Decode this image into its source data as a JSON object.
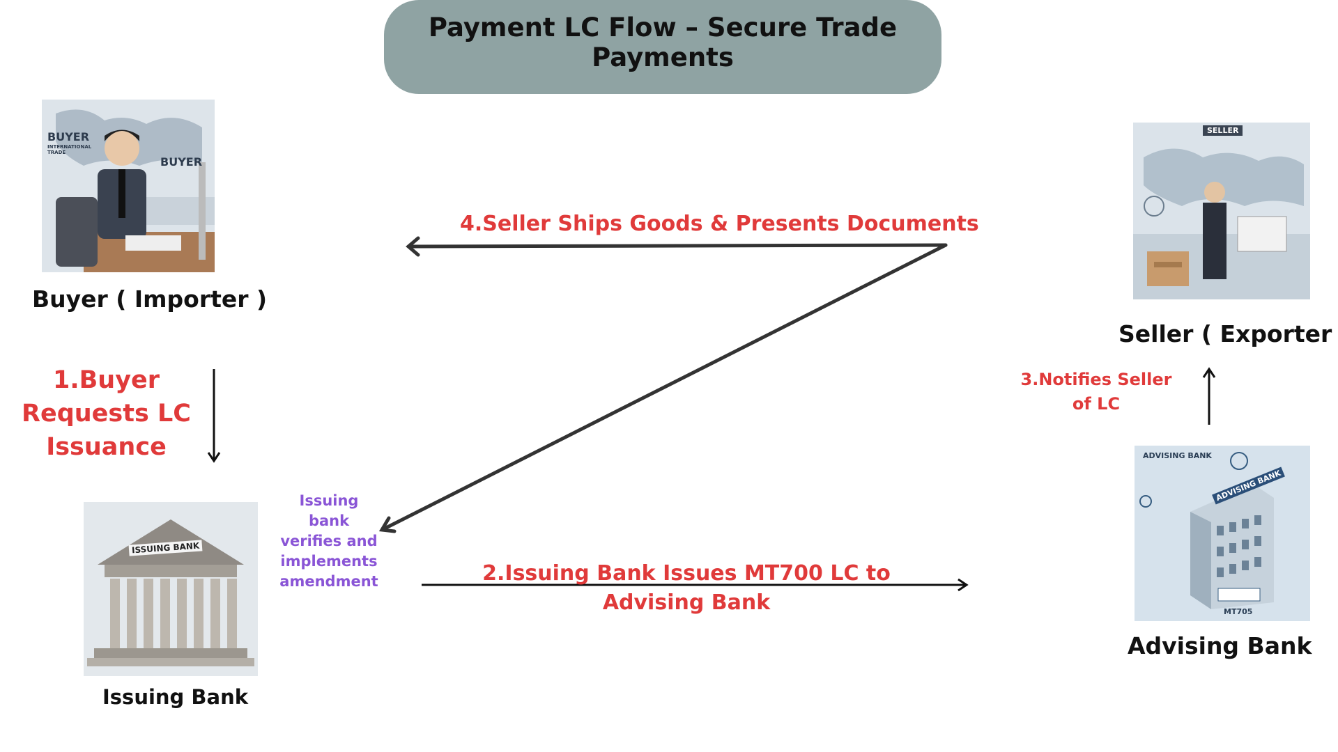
{
  "title": "Payment LC Flow – Secure Trade Payments",
  "actors": {
    "buyer": {
      "label": "Buyer ( Importer )",
      "image_caption": "BUYER",
      "image_subcaption": "INTERNATIONAL TRADE"
    },
    "seller": {
      "label": "Seller ( Exporter )",
      "image_caption": "SELLER"
    },
    "issuing_bank": {
      "label": "Issuing Bank",
      "image_caption": "ISSUING BANK"
    },
    "advising_bank": {
      "label": "Advising Bank",
      "image_caption": "ADVISING BANK",
      "image_sign": "ADVISING BANK",
      "image_tag": "MT705"
    }
  },
  "steps": {
    "step1": "1.Buyer Requests LC Issuance",
    "step2": "2.Issuing Bank Issues MT700 LC to Advising Bank",
    "step3": "3.Notifies Seller of LC",
    "step4": "4.Seller Ships Goods & Presents Documents"
  },
  "notes": {
    "issuing_bank_note": "Issuing bank verifies and implements amendment"
  },
  "colors": {
    "title_box": "#8fa3a3",
    "step_text": "#e03a3a",
    "note_text": "#8a55d6",
    "arrow": "#333333"
  }
}
